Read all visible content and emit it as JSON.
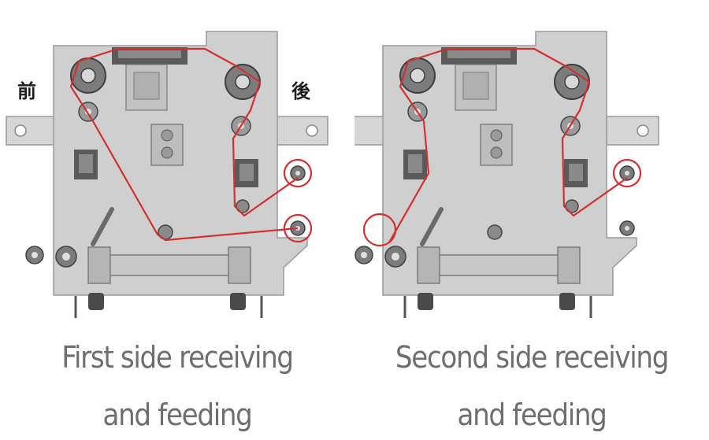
{
  "labels": {
    "front": "前",
    "back": "後"
  },
  "panels": [
    {
      "caption_line1": "First side receiving",
      "caption_line2": "and feeding"
    },
    {
      "caption_line1": "Second side receiving",
      "caption_line2": "and feeding"
    }
  ],
  "colors": {
    "plate": "#cfcfcf",
    "plate_edge": "#9a9a9a",
    "roller": "#8c8c8c",
    "roller_dark": "#4a4a4a",
    "path": "#d32f2f",
    "caption": "#6e6e6e"
  }
}
